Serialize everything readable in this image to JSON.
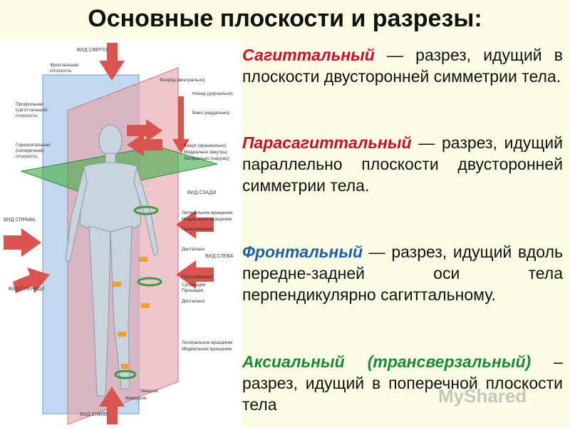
{
  "title": "Основные плоскости и разрезы:",
  "figure": {
    "views": {
      "top": "ВИД СВЕРХУ",
      "right": "ВИД СПРАВА",
      "front": "ВИД СПЕРЕДИ",
      "back": "ВИД СЗАДИ",
      "left": "ВИД СЛЕВА",
      "bottom": "ВИД СНИЗУ"
    },
    "plane_labels": {
      "frontal": "Фронтальная плоскость",
      "profile": "Профильная (сагиттальная) плоскость",
      "horizontal": "Горизонтальная (поперечная) плоскость"
    },
    "direction_labels": [
      "Вперёд (вентрально)",
      "Назад (дорзально)",
      "Вниз (каудально)",
      "Вверх (краниально)",
      "Медиально (внутрь)",
      "Латерально (наружу)",
      "Латеральное вращение",
      "Медиальное вращение",
      "Проксимально",
      "Дистально",
      "Проксимально",
      "Супинация",
      "Пронация",
      "Дистально",
      "Латеральное вращение",
      "Медиальное вращение",
      "Эверсия",
      "Инверсия"
    ]
  },
  "definitions": [
    {
      "term": "Сагиттальный",
      "sep": " — ",
      "text": "разрез, идущий в плоскости двусторонней симметрии тела."
    },
    {
      "term": "Парасагиттальный",
      "sep": " — ",
      "text": "разрез, идущий параллельно плоскости двусторонней симметрии тела."
    },
    {
      "term": "Фронтальный",
      "sep": " — ",
      "text": "разрез, идущий вдоль передне-задней оси тела перпендикулярно сагиттальному."
    },
    {
      "term": "Аксиальный (трансверзальный)",
      "sep": " – ",
      "text": "разрез, идущий в поперечной плоскости тела"
    }
  ],
  "watermark": "MyShared",
  "colors": {
    "sagittal": "#c8102e",
    "parasagittal": "#c8102e",
    "frontal": "#1f5fa8",
    "axial": "#1a8a3a",
    "plane_red": "#e8a0a8",
    "plane_blue": "#8fb8e0",
    "plane_green": "#4caf50",
    "arrow": "#d9534f"
  }
}
